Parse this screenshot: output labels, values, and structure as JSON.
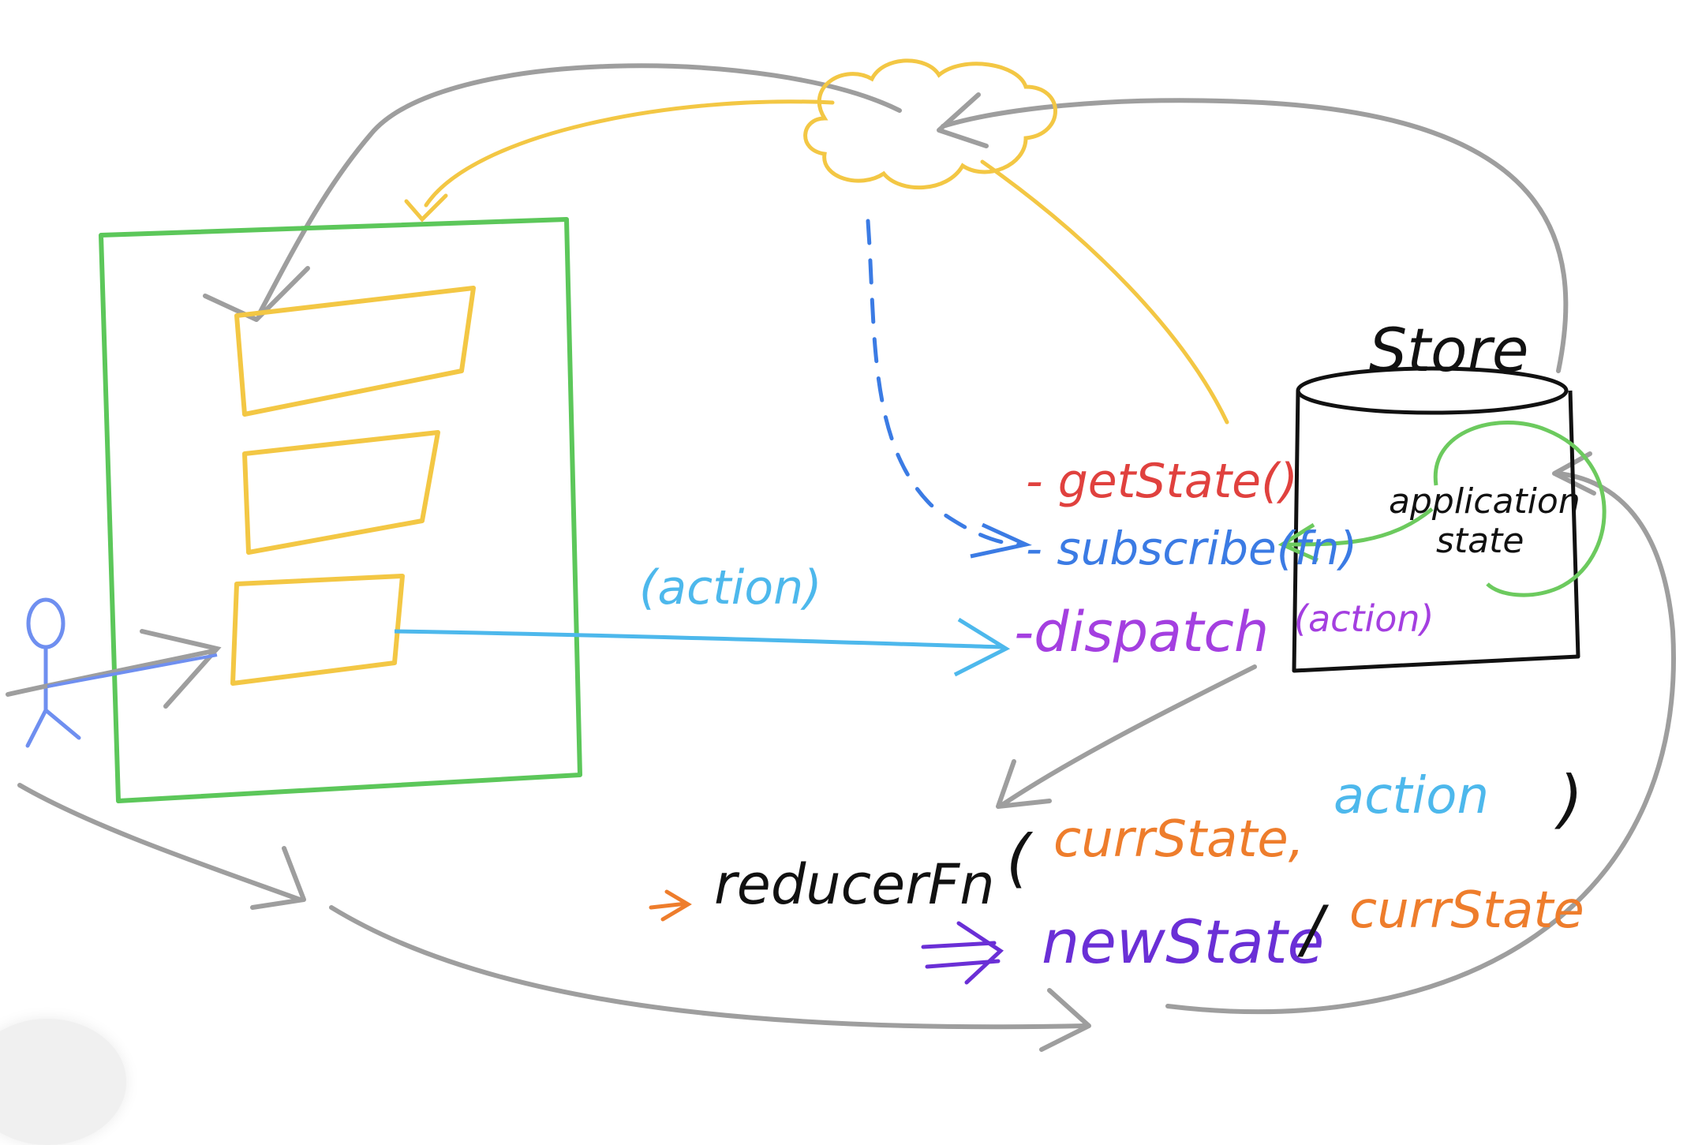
{
  "diagram": {
    "labels": {
      "store": "Store",
      "get_state": "- getState()",
      "subscribe": "- subscribe(fn)",
      "dispatch": "-dispatch",
      "dispatch_arg": "(action)",
      "application_state_line1": "application",
      "application_state_line2": "state",
      "action_on_arrow": "(action)",
      "reducer_fn": "reducerFn",
      "reducer_open_paren": "(",
      "reducer_arg1": "currState,",
      "reducer_arg2": "action",
      "reducer_close_paren": ")",
      "new_state": "newState",
      "slash": "/",
      "curr_state": "currState"
    },
    "colors": {
      "store_outline": "#111111",
      "ui_frame": "#5cc75a",
      "ui_components": "#f3c744",
      "cloud": "#f3c744",
      "get_state": "#e0413e",
      "subscribe": "#3b7be4",
      "dispatch": "#a43fe0",
      "action": "#4db8ec",
      "curr_state": "#ee7d2c",
      "new_state": "#6a2fd6",
      "flow_arrows": "#9e9e9e",
      "user": "#6f8ff0",
      "state_loop": "#6cca5e"
    }
  }
}
